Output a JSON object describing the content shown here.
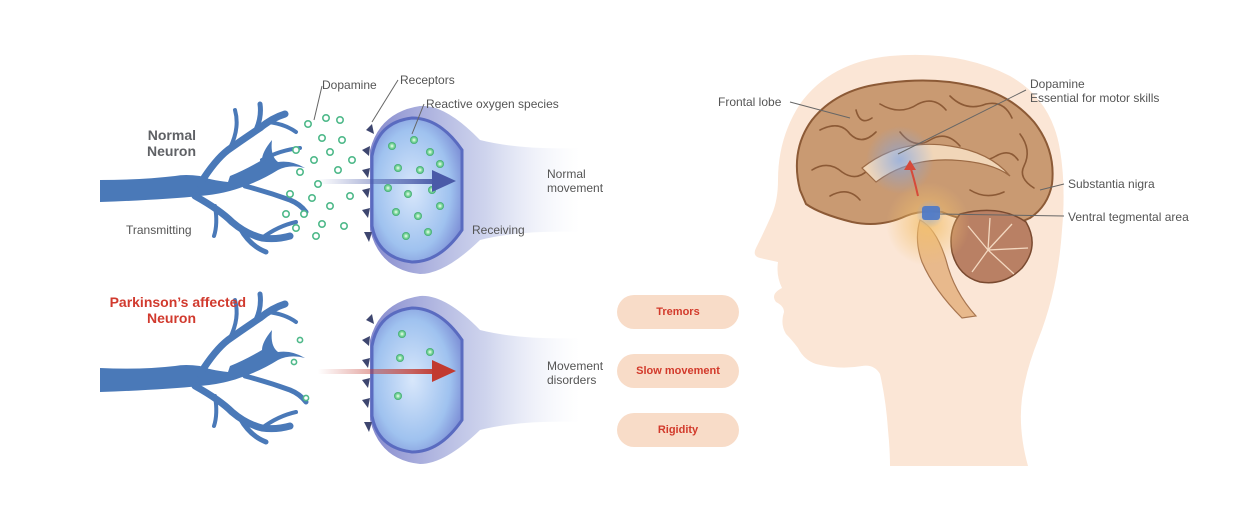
{
  "normal": {
    "title_line1": "Normal",
    "title_line2": "Neuron",
    "transmitting": "Transmitting",
    "receiving": "Receiving",
    "dopamine": "Dopamine",
    "receptors": "Receptors",
    "ros": "Reactive oxygen species",
    "outcome_line1": "Normal",
    "outcome_line2": "movement"
  },
  "parkinsons": {
    "title_line1": "Parkinson’s affected",
    "title_line2": "Neuron",
    "outcome_line1": "Movement",
    "outcome_line2": "disorders"
  },
  "symptoms": [
    "Tremors",
    "Slow movement",
    "Rigidity"
  ],
  "brain": {
    "frontal_lobe": "Frontal lobe",
    "dopamine_line1": "Dopamine",
    "dopamine_line2": "Essential for motor skills",
    "substantia_nigra": "Substantia nigra",
    "vta": "Ventral tegmental area"
  },
  "colors": {
    "neuron_blue": "#4a79b8",
    "symptom_pill": "#f8dcc8",
    "symptom_text": "#d23a2b",
    "skin": "#fbe6d6",
    "brain": "#c99a72",
    "arrow_normal": "#4a5aa8",
    "arrow_pd": "#c23a30"
  }
}
